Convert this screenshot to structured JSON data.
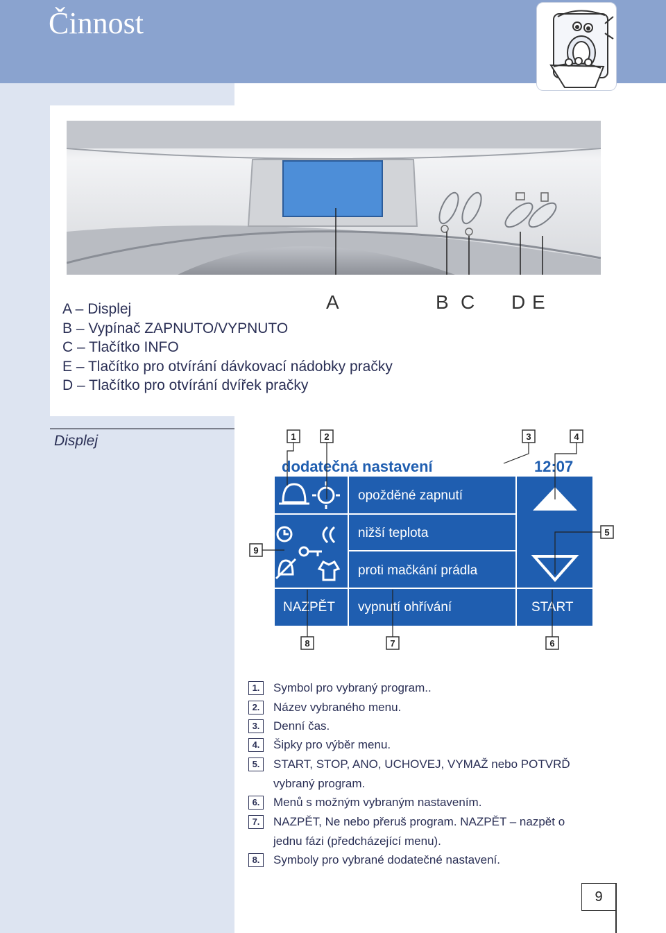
{
  "header": {
    "title": "Činnost"
  },
  "pointer_letters": [
    "A",
    "B",
    "C",
    "D",
    "E"
  ],
  "legend": [
    "A – Displej",
    "B – Vypínač  ZAPNUTO/VYPNUTO",
    "C – Tlačítko INFO",
    "E – Tlačítko pro otvírání dávkovací nádobky pračky",
    "D – Tlačítko pro otvírání dvířek pračky"
  ],
  "section": {
    "title": "Displej"
  },
  "display": {
    "menu_title": "dodatečná nastavení",
    "time": "12:07",
    "items": [
      "opožděné zapnutí",
      "nižší teplota",
      "proti mačkání prádla",
      "vypnutí ohřívání"
    ],
    "back_label": "NAZPĚT",
    "start_label": "START",
    "callouts": [
      "1",
      "2",
      "3",
      "4",
      "5",
      "6",
      "7",
      "8",
      "9"
    ]
  },
  "numbered_list": [
    {
      "num": "1.",
      "lines": [
        "Symbol pro vybraný program.."
      ]
    },
    {
      "num": "2.",
      "lines": [
        "Název vybraného menu."
      ]
    },
    {
      "num": "3.",
      "lines": [
        "Denní čas."
      ]
    },
    {
      "num": "4.",
      "lines": [
        "Šipky pro výběr menu."
      ]
    },
    {
      "num": "5.",
      "lines": [
        "START, STOP, ANO, UCHOVEJ, VYMAŽ nebo POTVRĎ",
        "vybraný program."
      ]
    },
    {
      "num": "6.",
      "lines": [
        "Menů s možným vybraným nastavením."
      ]
    },
    {
      "num": "7.",
      "lines": [
        "NAZPĚT, Ne nebo přeruš program. NAZPĚT – nazpět o",
        "jednu fázi (předcházející menu)."
      ]
    },
    {
      "num": "8.",
      "lines": [
        "Symboly pro vybrané dodatečné nastavení."
      ]
    }
  ],
  "page_number": "9",
  "colors": {
    "header_band": "#8aa3cf",
    "side_strip": "#dde4f1",
    "lcd_blue": "#1f5eb0"
  }
}
